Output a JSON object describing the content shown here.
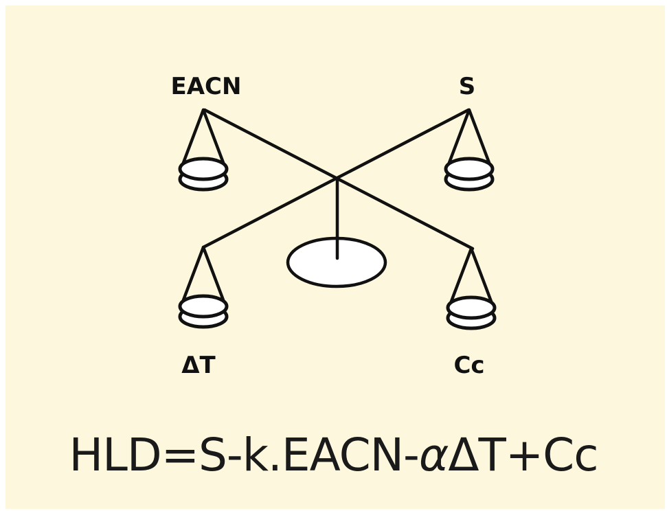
{
  "labels": {
    "top_left": "EACN",
    "top_right": "S",
    "bottom_left": "ΔT",
    "bottom_right": "Cc"
  },
  "formula": {
    "part1": "HLD=S-k.EACN-",
    "alpha": "α",
    "part2": "ΔT+Cc"
  },
  "colors": {
    "background": "#fdf8dd",
    "ink": "#111111",
    "pan_fill": "#ffffff"
  }
}
